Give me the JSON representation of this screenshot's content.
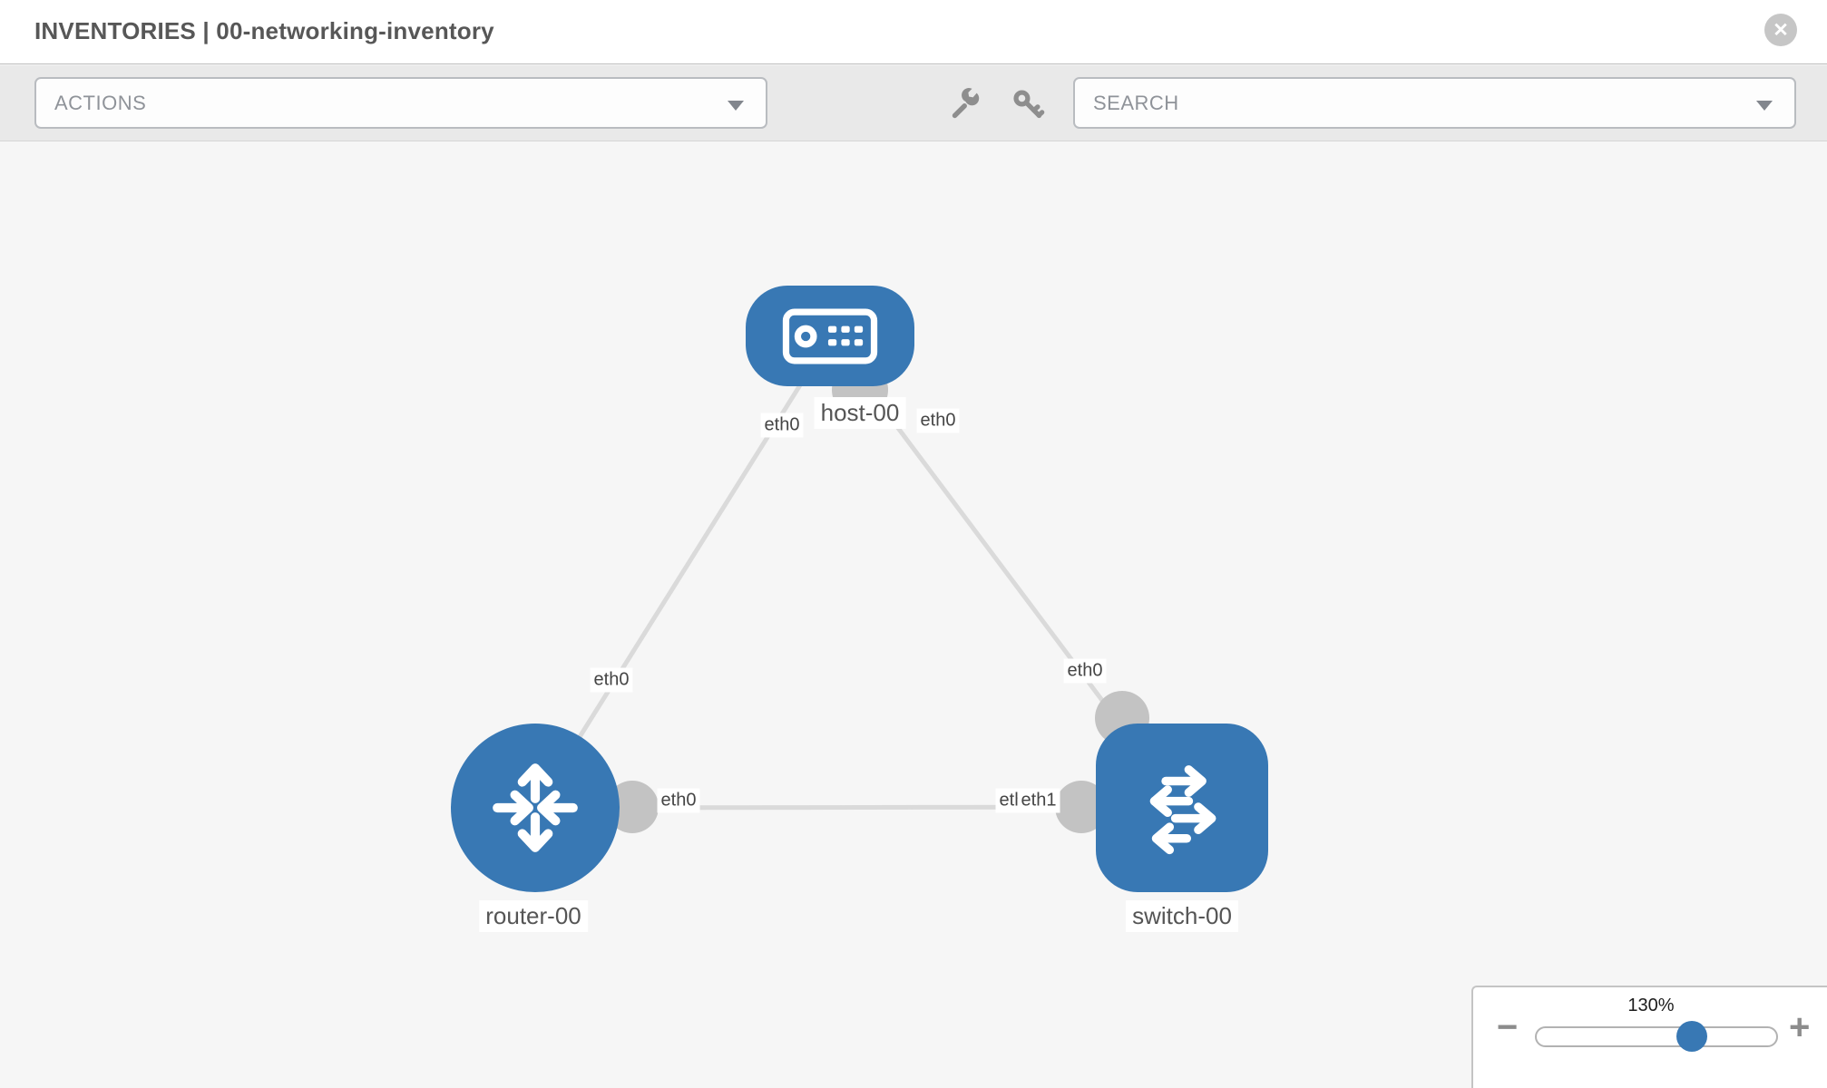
{
  "header": {
    "title": "INVENTORIES | 00-networking-inventory",
    "close_glyph": "✕"
  },
  "toolbar": {
    "actions_placeholder": "ACTIONS",
    "search_placeholder": "SEARCH"
  },
  "topology": {
    "nodes": [
      {
        "type": "host",
        "label": "host-00"
      },
      {
        "type": "router",
        "label": "router-00"
      },
      {
        "type": "switch",
        "label": "switch-00"
      }
    ],
    "links": [
      {
        "from": "host-00",
        "to": "router-00",
        "from_interface": "eth0",
        "to_interface": "eth0"
      },
      {
        "from": "host-00",
        "to": "switch-00",
        "from_interface": "eth0",
        "to_interface": "eth0"
      },
      {
        "from": "router-00",
        "to": "switch-00",
        "from_interface": "eth0",
        "to_interface": "eth1"
      }
    ],
    "interface_labels": {
      "host_router_host_end": "eth0",
      "host_switch_host_end": "eth0",
      "host_router_router_end": "eth0",
      "host_switch_switch_end": "eth0",
      "router_switch_router_end": "eth0",
      "router_switch_switch_end_hidden": "eth0",
      "router_switch_switch_end": "eth1"
    }
  },
  "zoom_control": {
    "level": "130%",
    "minus_glyph": "−",
    "plus_glyph": "+"
  },
  "colors": {
    "node_blue": "#3878b4",
    "link_gray": "#dadada",
    "interface_dot_gray": "#c3c3c3",
    "toolbar_bg": "#e9e9e9",
    "canvas_bg": "#f6f6f6"
  }
}
